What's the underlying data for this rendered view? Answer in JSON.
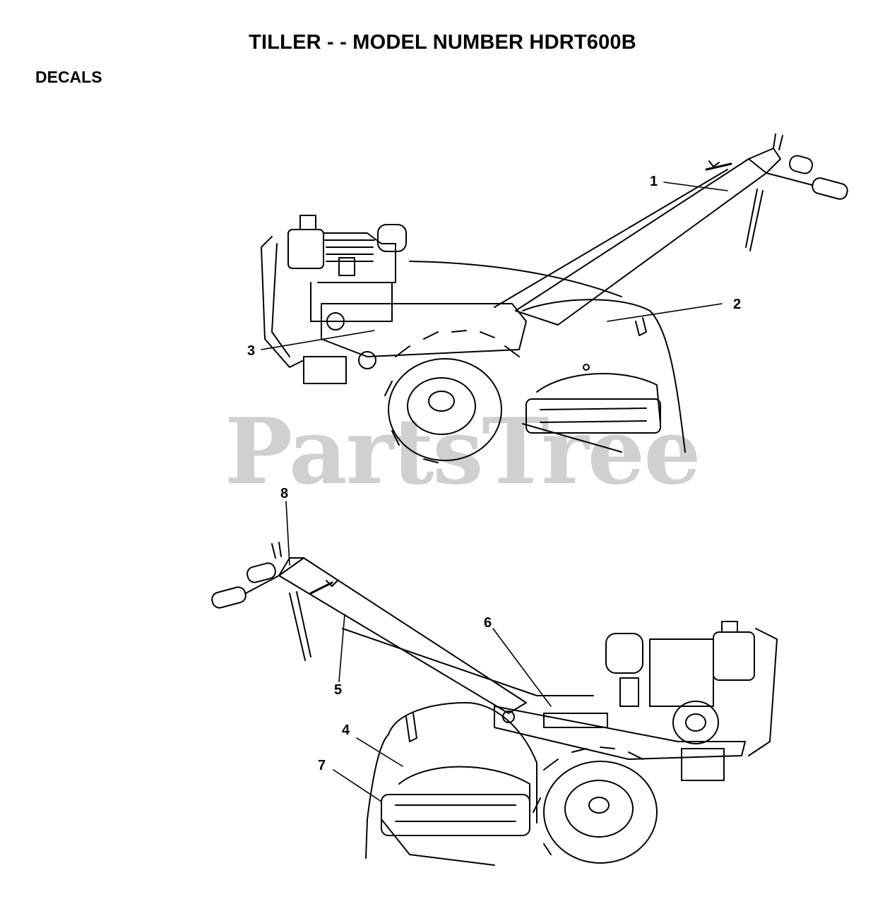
{
  "header": {
    "title": "TILLER - - MODEL NUMBER HDRT600B",
    "section": "DECALS"
  },
  "watermark": {
    "text": "PartsTree",
    "color": "#d0d0d0"
  },
  "callouts": [
    "1",
    "2",
    "3",
    "4",
    "5",
    "6",
    "7",
    "8"
  ]
}
